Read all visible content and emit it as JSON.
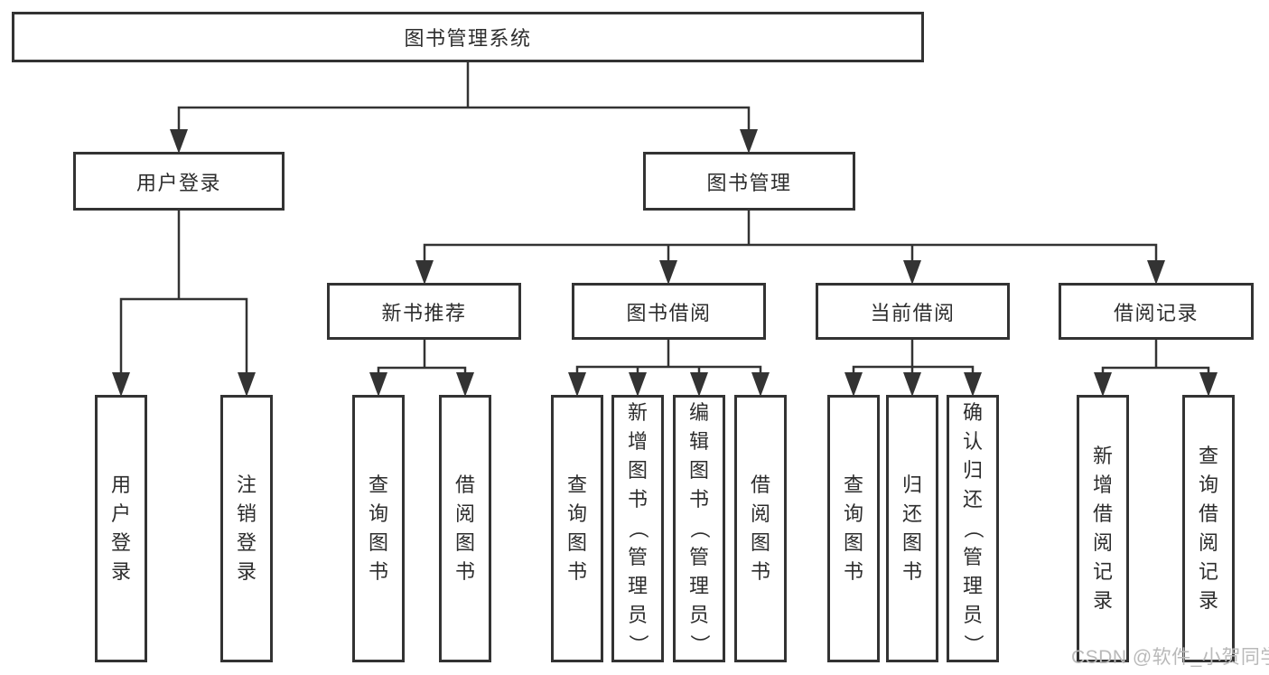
{
  "diagram": {
    "root": {
      "label": "图书管理系统"
    },
    "level2": [
      {
        "label": "用户登录"
      },
      {
        "label": "图书管理"
      }
    ],
    "level3": [
      {
        "label": "新书推荐"
      },
      {
        "label": "图书借阅"
      },
      {
        "label": "当前借阅"
      },
      {
        "label": "借阅记录"
      }
    ],
    "leaves": {
      "user_login": [
        "用户登录",
        "注销登录"
      ],
      "new_book": [
        "查询图书",
        "借阅图书"
      ],
      "book_borrow": [
        "查询图书",
        "新增图书（管理员）",
        "编辑图书（管理员）",
        "借阅图书"
      ],
      "current_borrow": [
        "查询图书",
        "归还图书",
        "确认归还（管理员）"
      ],
      "borrow_record": [
        "新增借阅记录",
        "查询借阅记录"
      ]
    }
  },
  "watermark": {
    "text": "CSDN @软件_小贺同学"
  },
  "colors": {
    "line": "#333333",
    "text": "#2d2d2d",
    "watermark": "#b9b9b9",
    "background": "#ffffff"
  }
}
